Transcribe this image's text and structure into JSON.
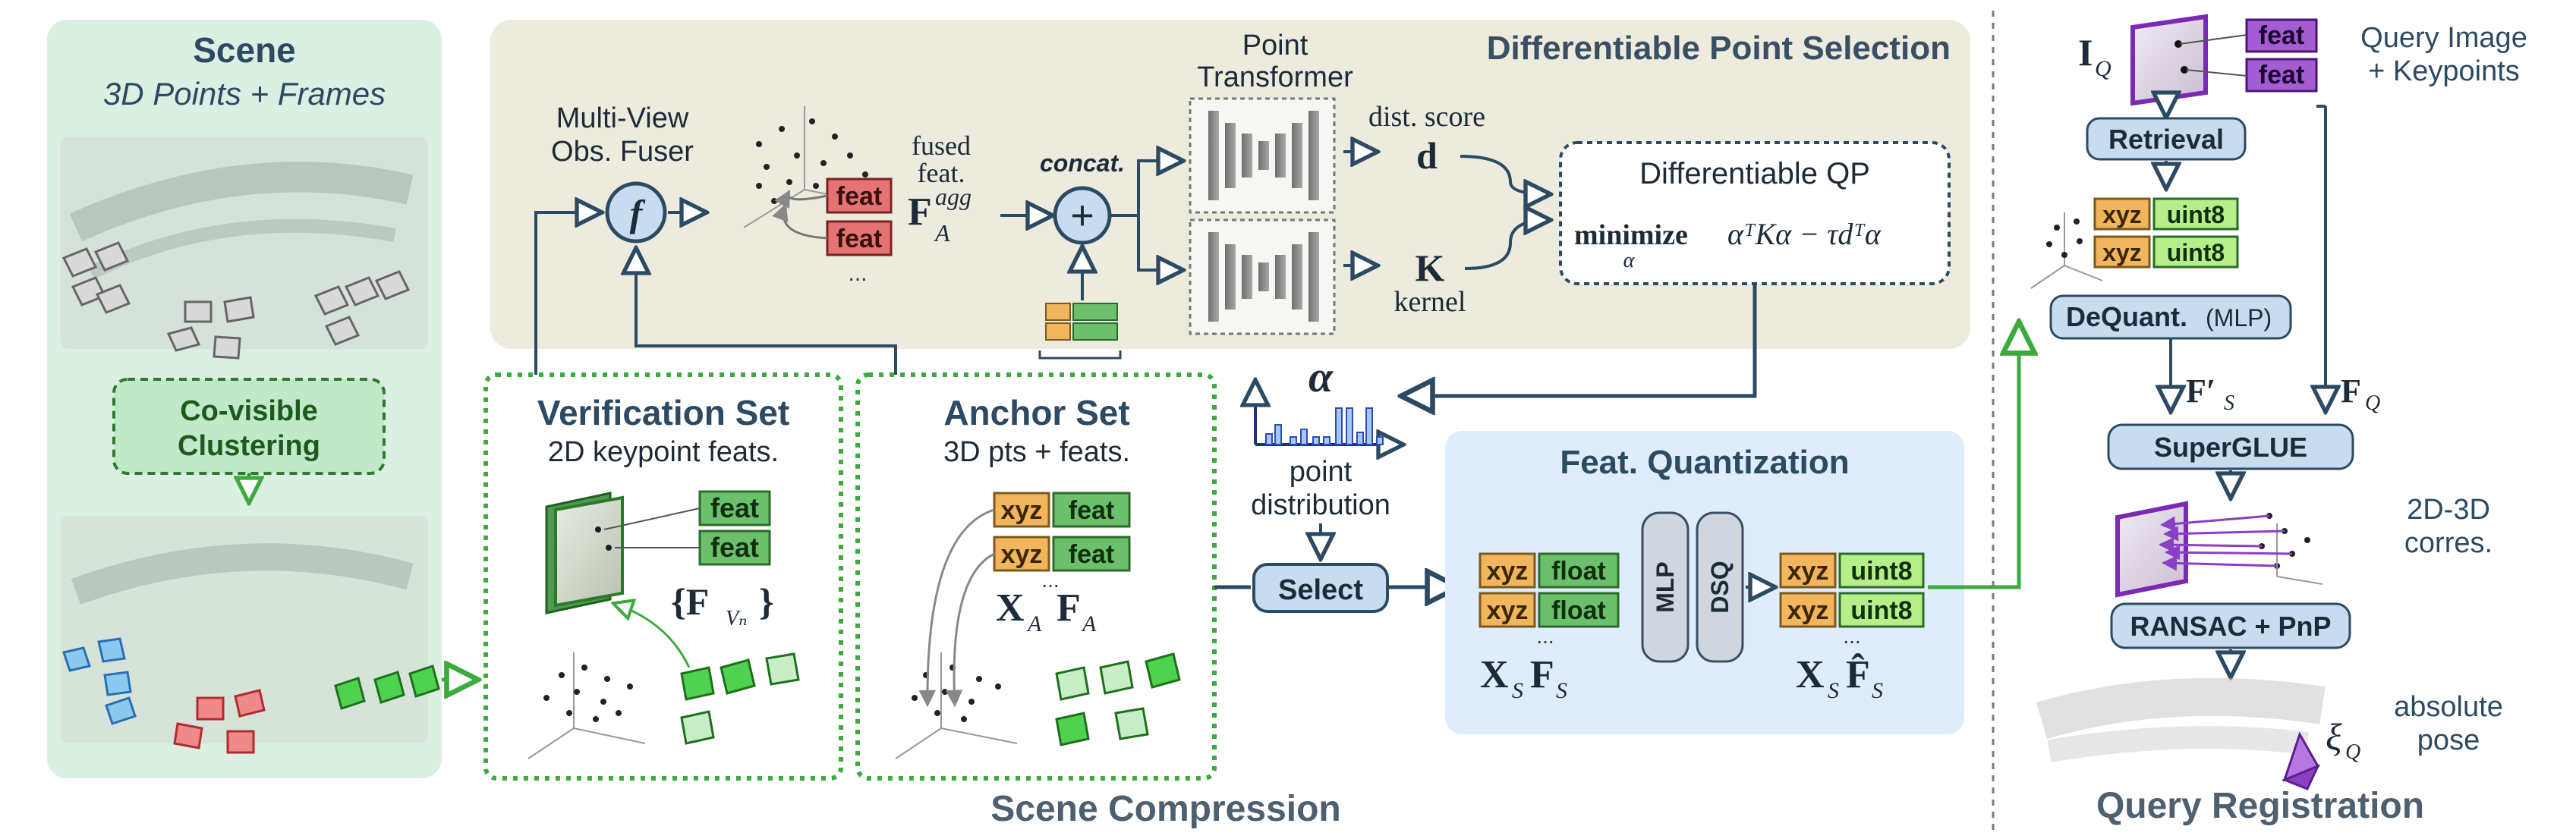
{
  "colors": {
    "scene_panel": "#dcefe3",
    "dps_panel": "#ecebdd",
    "quant_panel": "#deecfb",
    "feat_green": "#6cc06c",
    "feat_purple": "#a35cd1",
    "xyz_orange": "#f0b55d",
    "uint8_green": "#b6ef8a",
    "feat_red": "#e57373",
    "navy": "#2d4a63",
    "dashed_green": "#3caa3c"
  },
  "scene": {
    "title": "Scene",
    "subtitle": "3D Points + Frames",
    "cluster_line1": "Co-visible",
    "cluster_line2": "Clustering"
  },
  "dps": {
    "title": "Differentiable Point Selection",
    "fuser_line1": "Multi-View",
    "fuser_line2": "Obs. Fuser",
    "fuser_symbol": "f",
    "feat": "feat",
    "ellipsis": "...",
    "fused_line1": "fused",
    "fused_line2": "feat.",
    "fused_symbol": "F",
    "fused_sup": "agg",
    "fused_sub": "A",
    "concat": "concat.",
    "plus": "+",
    "pt_line1": "Point",
    "pt_line2": "Transformer",
    "dist_score": "dist. score",
    "d_symbol": "d",
    "k_symbol": "K",
    "kernel": "kernel",
    "qp_title": "Differentiable QP",
    "qp_minimize": "minimize",
    "qp_sub": "α",
    "qp_expr": "αᵀKα − τdᵀα"
  },
  "verification": {
    "title": "Verification Set",
    "subtitle": "2D keypoint feats.",
    "feat": "feat",
    "symbol": "{F",
    "symbol_sub": "Vₙ",
    "symbol_close": "}"
  },
  "anchor": {
    "title": "Anchor Set",
    "subtitle": "3D pts + feats.",
    "xyz": "xyz",
    "feat": "feat",
    "ellipsis": "...",
    "x_symbol": "X",
    "x_sub": "A",
    "f_symbol": "F",
    "f_sub": "A"
  },
  "selection": {
    "alpha": "α",
    "point_line1": "point",
    "point_line2": "distribution",
    "select": "Select"
  },
  "quant": {
    "title": "Feat. Quantization",
    "xyz": "xyz",
    "float": "float",
    "uint8": "uint8",
    "mlp": "MLP",
    "dsq": "DSQ",
    "ellipsis": "...",
    "xs": "X",
    "xs_sub": "S",
    "fs": "F",
    "fs_sub": "S",
    "fhat": "F̂",
    "fhat_sub": "S"
  },
  "compression_label": "Scene Compression",
  "query": {
    "iq": "I",
    "iq_sub": "Q",
    "feat": "feat",
    "query_line1": "Query Image",
    "query_line2": "+ Keypoints",
    "retrieval": "Retrieval",
    "xyz": "xyz",
    "uint8": "uint8",
    "dequant": "DeQuant.",
    "dequant_mlp": "(MLP)",
    "fs_prime": "F′",
    "fs_prime_sub": "S",
    "fq": "F",
    "fq_sub": "Q",
    "superglue": "SuperGLUE",
    "corres_line1": "2D-3D",
    "corres_line2": "corres.",
    "ransac": "RANSAC + PnP",
    "abs_line1": "absolute",
    "abs_line2": "pose",
    "xi": "ξ",
    "xi_sub": "Q"
  },
  "registration_label": "Query Registration"
}
